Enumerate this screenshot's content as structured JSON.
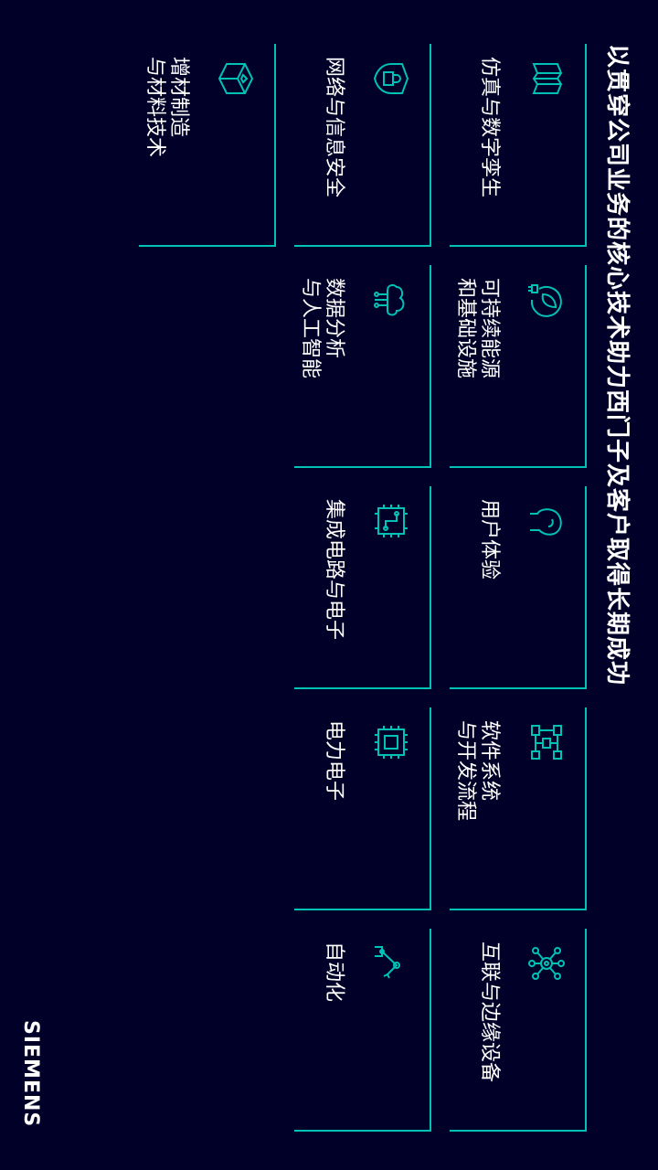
{
  "title": "以贯穿公司业务的核心技术助力西门子及客户取得长期成功",
  "brand": "SIEMENS",
  "colors": {
    "background": "#000028",
    "accent": "#00c1b6",
    "text": "#ffffff"
  },
  "tiles": [
    {
      "label": "仿真与数字孪生",
      "icon": "book-icon"
    },
    {
      "label": "可持续能源\n和基础设施",
      "icon": "leaf-plug-icon"
    },
    {
      "label": "用户体验",
      "icon": "head-profile-icon"
    },
    {
      "label": "软件系统\n与开发流程",
      "icon": "flow-icon"
    },
    {
      "label": "互联与边缘设备",
      "icon": "network-icon"
    },
    {
      "label": "网络与信息安全",
      "icon": "shield-lock-icon"
    },
    {
      "label": "数据分析\n与人工智能",
      "icon": "cloud-circuit-icon"
    },
    {
      "label": "集成电路与电子",
      "icon": "circuit-board-icon"
    },
    {
      "label": "电力电子",
      "icon": "chip-icon"
    },
    {
      "label": "自动化",
      "icon": "robot-arm-icon"
    },
    {
      "label": "增材制造\n与材料技术",
      "icon": "cube-icon"
    }
  ]
}
